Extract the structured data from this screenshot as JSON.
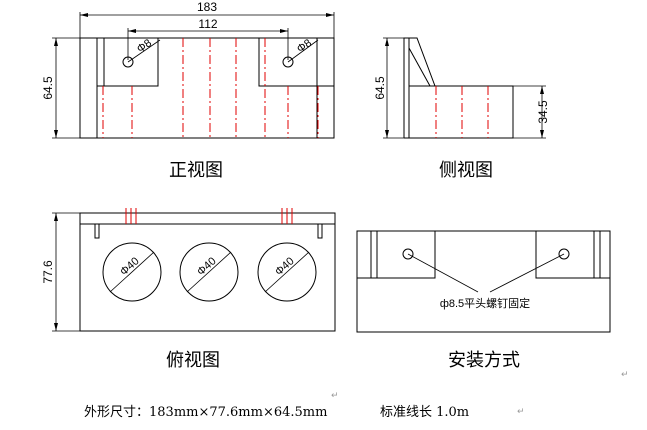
{
  "front_view": {
    "title": "正视图",
    "dim_width": "183",
    "dim_hole_spacing": "112",
    "dim_height": "64.5",
    "hole_left_label": "Φ8",
    "hole_right_label": "Φ8"
  },
  "side_view": {
    "title": "侧视图",
    "dim_height": "64.5",
    "dim_step_height": "34.5"
  },
  "top_view": {
    "title": "俯视图",
    "dim_depth": "77.6",
    "circles": [
      {
        "label": "Φ40"
      },
      {
        "label": "Φ40"
      },
      {
        "label": "Φ40"
      }
    ]
  },
  "mounting_view": {
    "title": "安装方式",
    "note": "ф8.5平头螺钉固定"
  },
  "footer": {
    "size_text": "外形尺寸：183mm×77.6mm×64.5mm",
    "cable_text": "标准线长 1.0m",
    "paragraph_mark": "↵"
  }
}
